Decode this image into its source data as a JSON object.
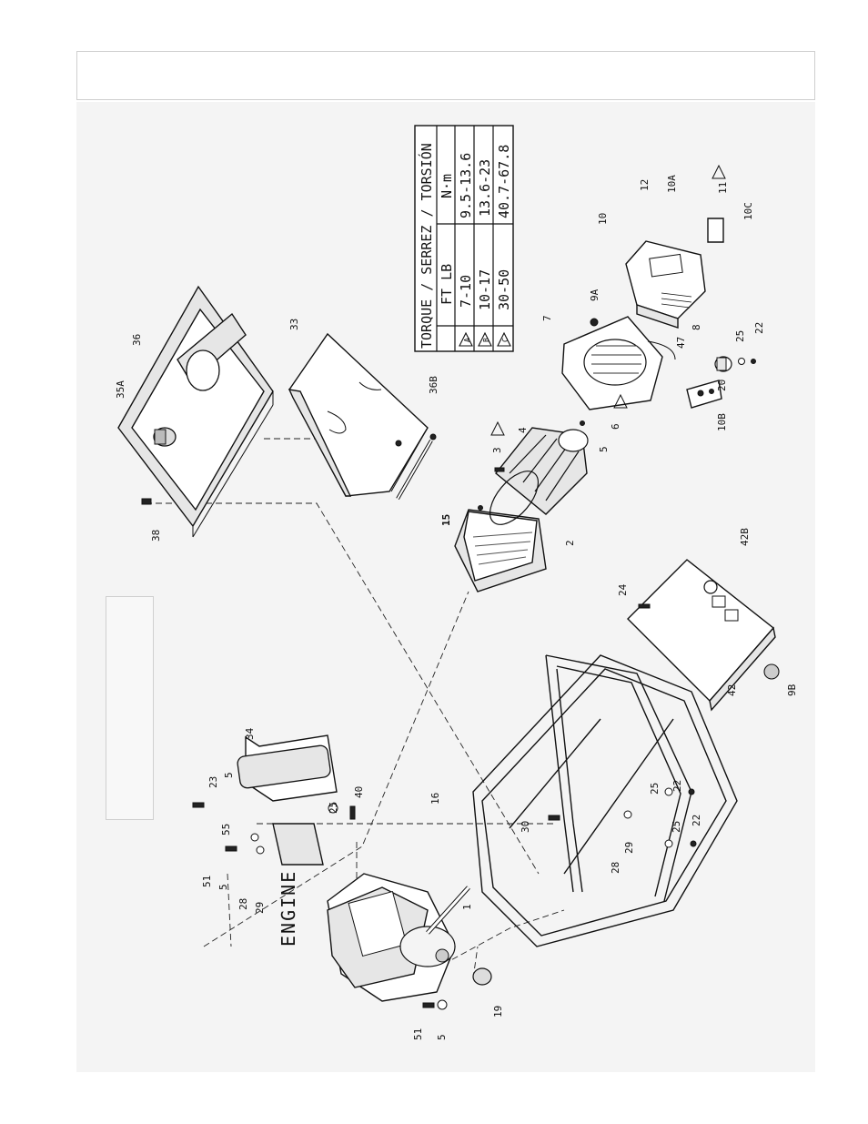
{
  "torque_table": {
    "title": "TORQUE / SERREZ / TORSIÓN",
    "headers": [
      "FT LB",
      "N·m"
    ],
    "rows": [
      {
        "mark": "A",
        "ft_lb": "7-10",
        "nm": "9.5-13.6"
      },
      {
        "mark": "B",
        "ft_lb": "10-17",
        "nm": "13.6-23"
      },
      {
        "mark": "C",
        "ft_lb": "30-50",
        "nm": "40.7-67.8"
      }
    ]
  },
  "engine_label": "ENGINE",
  "part_labels": {
    "p1": "1",
    "p2": "2",
    "p3": "3",
    "p4": "4",
    "p5a": "5",
    "p5b": "5",
    "p5c": "5",
    "p5d": "5",
    "p6": "6",
    "p7": "7",
    "p8": "8",
    "p9a": "9A",
    "p9b": "9B",
    "p10": "10",
    "p10a": "10A",
    "p10b": "10B",
    "p10c": "10C",
    "p11": "11",
    "p12": "12",
    "p15": "15",
    "p16": "16",
    "p19": "19",
    "p20": "20",
    "p22a": "22",
    "p22b": "22",
    "p22c": "22",
    "p23": "23",
    "p24": "24",
    "p25a": "25",
    "p25b": "25",
    "p25c": "25",
    "p25d": "25",
    "p28a": "28",
    "p28b": "28",
    "p29a": "29",
    "p29b": "29",
    "p30": "30",
    "p33": "33",
    "p34": "34",
    "p35a": "35A",
    "p36": "36",
    "p36b": "36B",
    "p38": "38",
    "p40": "40",
    "p42": "42",
    "p42b": "42B",
    "p47": "47",
    "p51a": "51",
    "p51b": "51",
    "p55": "55"
  }
}
